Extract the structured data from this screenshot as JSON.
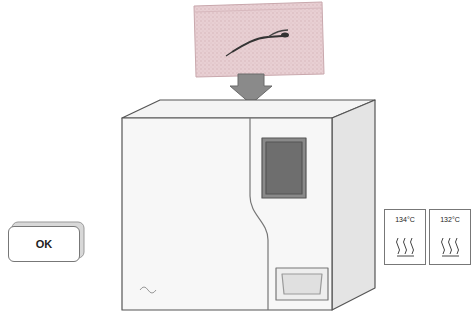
{
  "diagram": {
    "nodes": [
      {
        "text": [
          "OK"
        ]
      },
      {
        "text": [
          "134°C"
        ]
      },
      {
        "text": [
          "132°C"
        ]
      }
    ]
  }
}
